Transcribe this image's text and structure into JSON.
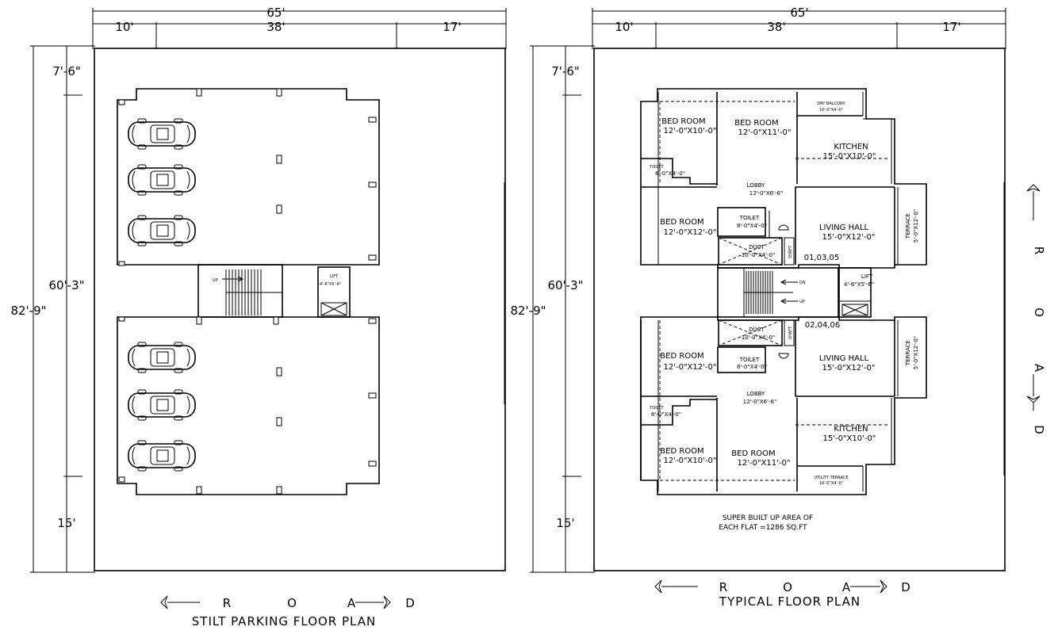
{
  "stilt": {
    "title": "STILT PARKING FLOOR PLAN",
    "dim_total_width": "65'",
    "dim_seg1": "10'",
    "dim_seg2": "38'",
    "dim_seg3": "17'",
    "dim_front": "7'-6\"",
    "dim_mid": "60'-3\"",
    "dim_total_depth": "82'-9\"",
    "dim_rear": "15'",
    "lift_label": "LIFT",
    "lift_size": "4'-6\"X5'-6\"",
    "stair_up": "UP",
    "car_count": 6,
    "road": [
      "R",
      "O",
      "A",
      "D"
    ]
  },
  "typical": {
    "title": "TYPICAL FLOOR PLAN",
    "dim_total_width": "65'",
    "dim_seg1": "10'",
    "dim_seg2": "38'",
    "dim_seg3": "17'",
    "dim_front": "7'-6\"",
    "dim_mid": "60'-3\"",
    "dim_total_depth": "82'-9\"",
    "dim_rear": "15'",
    "rooms": {
      "dry_balcony": "DRY BALCONY",
      "dry_balcony_size": "10'-0\"X4'-0\"",
      "bed_room": "BED ROOM",
      "bed1_size": "12'-0\"X10'-0\"",
      "bed2_size": "12'-0\"X11'-0\"",
      "kitchen": "KITCHEN",
      "kitchen_size": "15'-0\"X10'-0\"",
      "toilet": "TOILET",
      "toilet_size": "8'-0\"X4'-0\"",
      "lobby": "LOBBY",
      "lobby_size_top": "12'-0\"X6'-6\"",
      "lobby_size_bottom": "12'-0\"X6'-6\"",
      "bed3_size": "12'-0\"X12'-0\"",
      "living_hall": "LIVING HALL",
      "living_size": "15'-0\"X12'-0\"",
      "terrace": "TERRACE",
      "terrace_size": "5'-0\"X12'-0\"",
      "duct": "DUCT",
      "duct_size": "10'-0\"X4'-0\"",
      "shaft": "SHAFT",
      "flat_ids_top": "01,03,05",
      "flat_ids_bottom": "02,04,06",
      "lift": "LIFT",
      "lift_size": "4'-6\"X5'-6\"",
      "stair_dn": "DN",
      "stair_up": "UP",
      "utility_terrace": "UTILITY TERRACE",
      "utility_size": "10'-0\"X4'-0\""
    },
    "area_line1": "SUPER BUILT UP AREA OF",
    "area_line2": "EACH FLAT =1286 SQ.FT",
    "road_right": [
      "R",
      "O",
      "A",
      "D"
    ],
    "road_bottom": [
      "R",
      "O",
      "A",
      "D"
    ]
  }
}
